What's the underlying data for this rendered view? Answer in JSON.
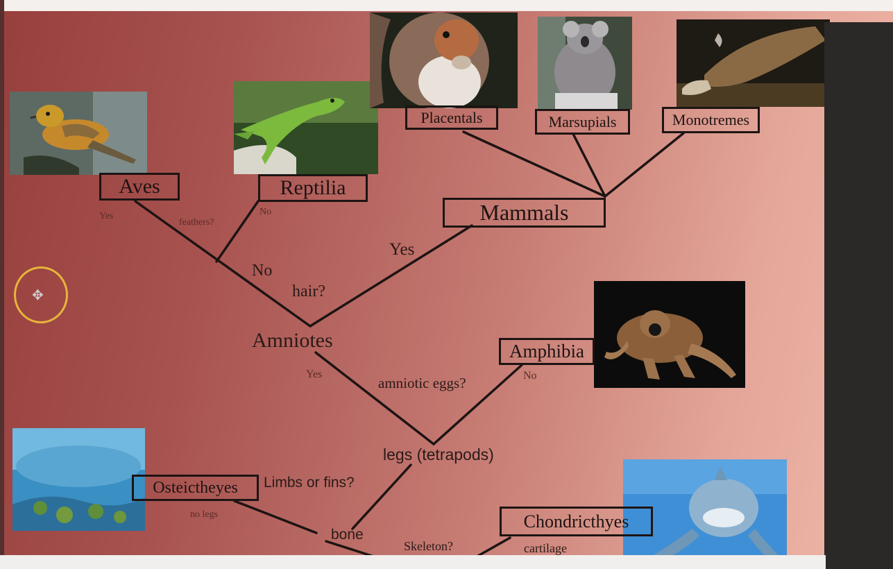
{
  "taxa": {
    "aves": "Aves",
    "reptilia": "Reptilia",
    "mammals": "Mammals",
    "placentals": "Placentals",
    "marsupials": "Marsupials",
    "monotremes": "Monotremes",
    "amphibia": "Amphibia",
    "osteichthyes": "Osteictheyes",
    "chondrichthyes": "Chondricthyes"
  },
  "nodes": {
    "amniotes": "Amniotes",
    "tetrapods": "legs (tetrapods)",
    "bone": "bone"
  },
  "questions": {
    "feathers": "feathers?",
    "hair": "hair?",
    "amniotic_eggs": "amniotic eggs?",
    "limbs": "Limbs or fins?",
    "skeleton": "Skeleton?"
  },
  "answers": {
    "feathers_yes": "Yes",
    "feathers_no": "No",
    "hair_yes": "Yes",
    "hair_no": "No",
    "eggs_yes": "Yes",
    "eggs_no": "No",
    "no_legs": "no legs",
    "cartilage": "cartilage"
  },
  "icons": {
    "cursor": "crosshair-cursor-icon",
    "photos": [
      "bird-photo",
      "lizard-photo",
      "squirrel-photo",
      "koala-photo",
      "platypus-photo",
      "frog-photo",
      "fish-photo",
      "shark-photo"
    ]
  },
  "colors": {
    "line": "#1d1413",
    "cursor_ring": "#e7b53a",
    "background_dark": "#973f3c",
    "background_light": "#f0b9aa"
  }
}
